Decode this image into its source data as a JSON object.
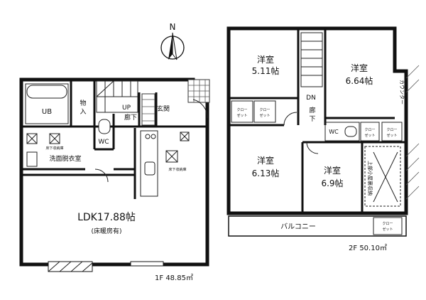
{
  "compass": {
    "label": "N"
  },
  "floor1": {
    "caption": "1F 48.85㎡",
    "rooms": {
      "ub": "UB",
      "storage": "物入",
      "up": "UP",
      "hall": "廊下",
      "genkan": "玄関",
      "wc": "WC",
      "washroom": "洗面脱衣室",
      "ldk": "LDK17.88帖",
      "ldk_note": "(床暖房有)",
      "underfloor_storage_left": "床下収納庫",
      "underfloor_storage_right": "床下収納庫"
    }
  },
  "floor2": {
    "caption": "2F 50.10㎡",
    "rooms": {
      "room1_name": "洋室",
      "room1_size": "5.11帖",
      "room2_name": "洋室",
      "room2_size": "6.64帖",
      "room3_name": "洋室",
      "room3_size": "6.13帖",
      "room4_name": "洋室",
      "room4_size": "6.9帖",
      "counter": "カウンター",
      "dn": "DN",
      "hall": "廊下",
      "wc": "WC",
      "closet_a1": "クロー",
      "closet_a2": "ゼット",
      "closet_b1": "クロー",
      "closet_b2": "ゼット",
      "closet_c1": "クロー",
      "closet_c2": "ゼット",
      "closet_d1": "クロー",
      "closet_d2": "ゼット",
      "closet_e1": "クロー",
      "closet_e2": "ゼット",
      "attic": "上部小屋裏収納",
      "balcony": "バルコニー"
    }
  }
}
